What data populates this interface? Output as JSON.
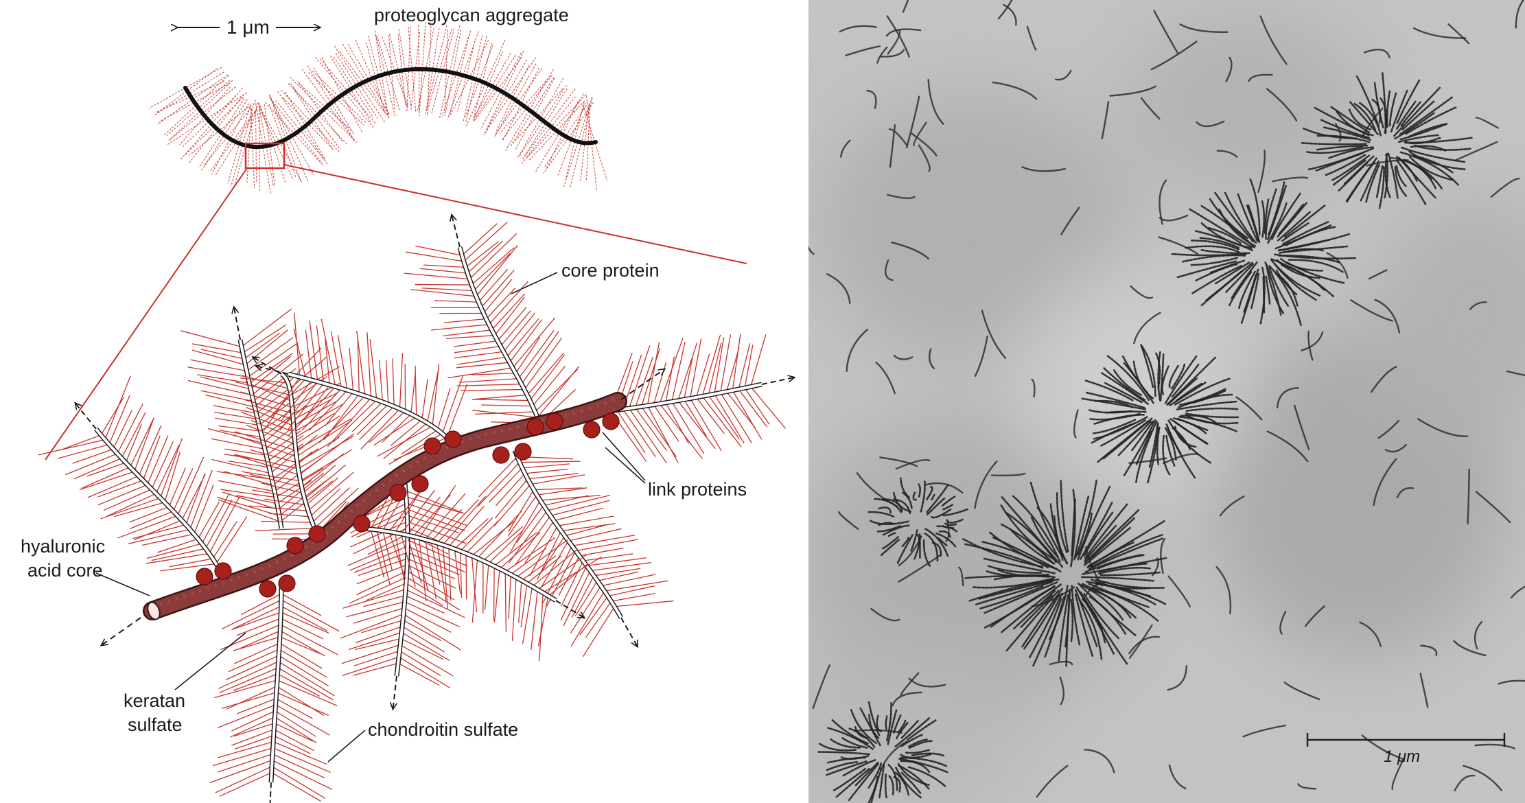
{
  "figure": {
    "scale_bar_top": "1 μm",
    "aggregate_title": "proteoglycan aggregate",
    "labels": {
      "core_protein": "core protein",
      "link_proteins": "link proteins",
      "hyaluronic_line1": "hyaluronic",
      "hyaluronic_line2": "acid core",
      "keratan_line1": "keratan",
      "keratan_line2": "sulfate",
      "chondroitin": "chondroitin sulfate"
    },
    "micrograph_scale": "1 μm"
  },
  "colors": {
    "red_line": "#c8322a",
    "bead": "#a8201b",
    "hyaluronic_fill": "#8a3b3a",
    "micrograph_bg": "#c6c6c6",
    "ink": "#1a1a1a"
  }
}
